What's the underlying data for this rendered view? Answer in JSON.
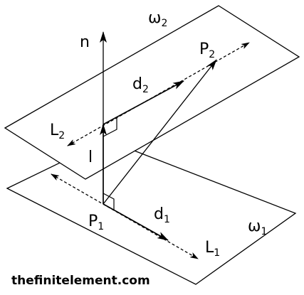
{
  "labels": {
    "omega2": {
      "base": "ω",
      "sub": "2"
    },
    "omega1": {
      "base": "ω",
      "sub": "1"
    },
    "n": {
      "base": "n"
    },
    "p2": {
      "base": "P",
      "sub": "2"
    },
    "d2": {
      "base": "d",
      "sub": "2"
    },
    "l2": {
      "base": "L",
      "sub": "2"
    },
    "l": {
      "base": "l"
    },
    "p1": {
      "base": "P",
      "sub": "1"
    },
    "d1": {
      "base": "d",
      "sub": "1"
    },
    "l1": {
      "base": "L",
      "sub": "1"
    }
  },
  "watermark": "thefinitelement.com"
}
